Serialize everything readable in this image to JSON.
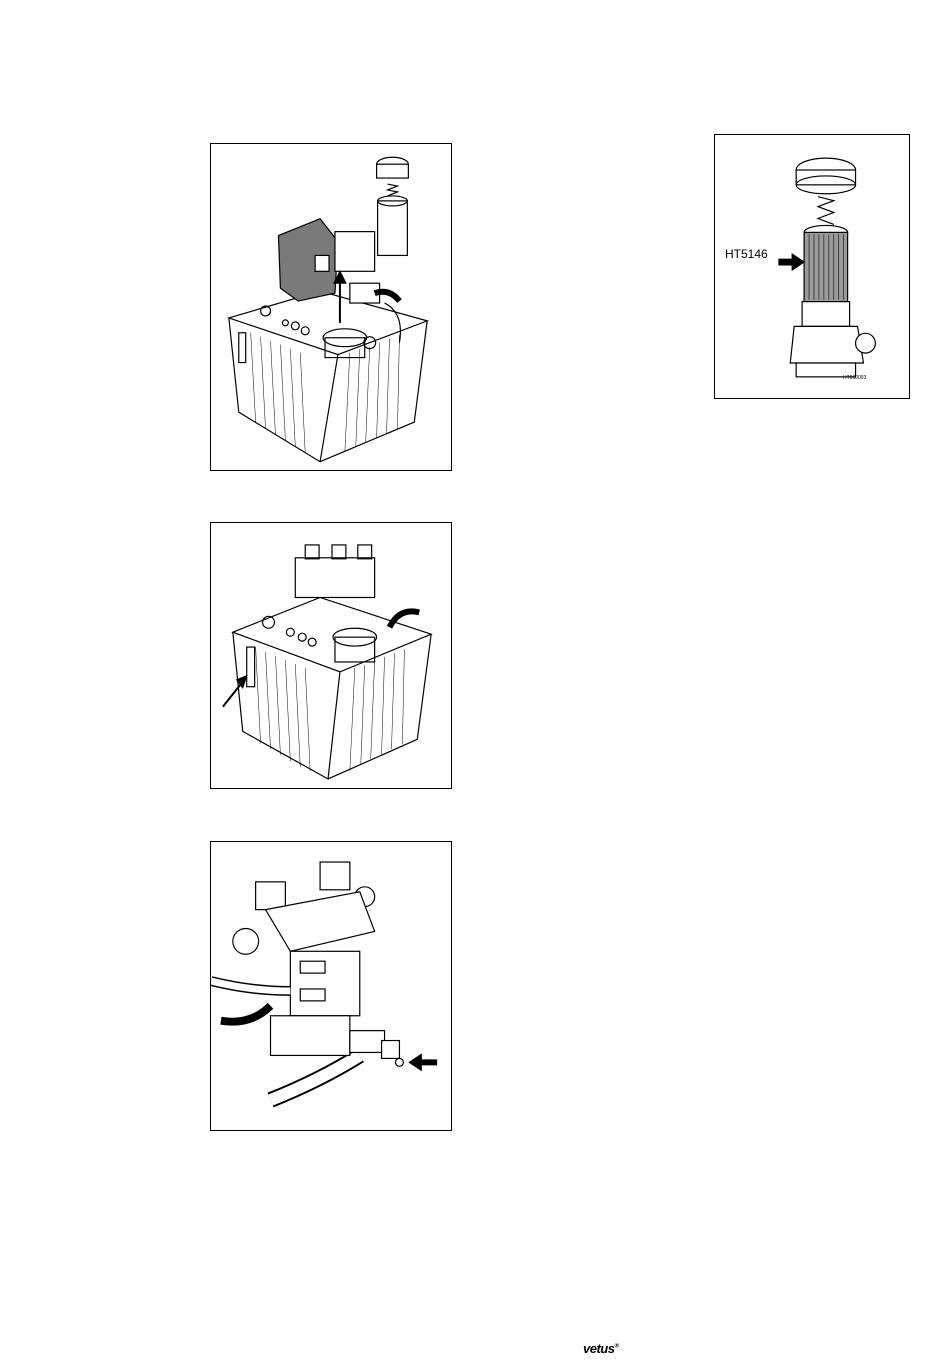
{
  "figures": {
    "filter": {
      "label": "HT5146",
      "code": "HT960093"
    }
  },
  "footer": {
    "brand": "vetus"
  }
}
